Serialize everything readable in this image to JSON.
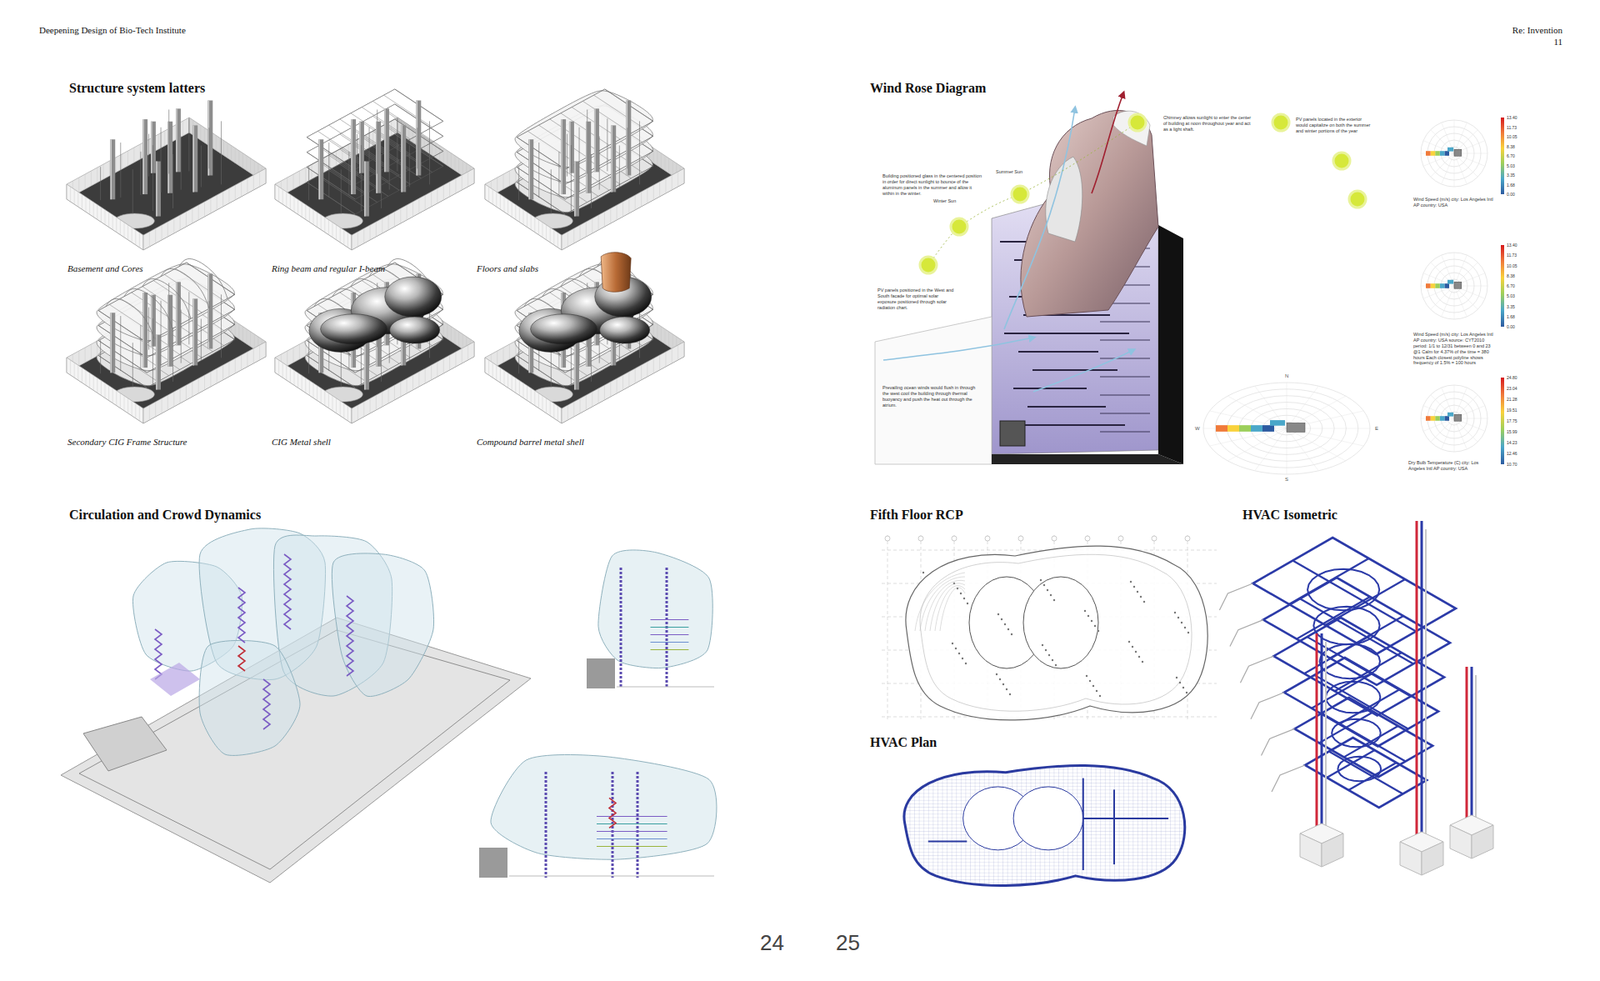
{
  "diagram": {
    "labels": [
      "Deepening Design of Bio-Tech Institute",
      "Re: Invention",
      "11",
      "Structure system latters",
      "Basement and Cores",
      "Ring beam and regular I-beam",
      "Floors and slabs",
      "Secondary CIG Frame Structure",
      "CIG Metal shell",
      "Compound barrel metal shell",
      "Wind Rose Diagram",
      "Chimney allows sunlight to enter the center of building at noon throughout year and act as a light shaft.",
      "PV panels located in the exterior would capitalize on both the summer and winter portions of the year",
      "Summer Sun",
      "Winter Sun",
      "Building positioned glass in the centered position in order for direct sunlight to bounce of the aluminum panels in the summer and allow it within in the winter.",
      "PV panels positioned in the West and South facade for optimal solar exposure positioned through solar radiation chart.",
      "Prevailing ocean winds would flush in through the west cool the building through thermal buoyancy and push the heat out through the atrium.",
      "Wind Speed (m/s) city: Los Angeles Intl AP country: USA",
      "Wind Speed (m/s) city: Los Angeles Intl AP country: USA source: CYT2010 period: 1/1 to 12/31 between 0 and 23 @1 Calm for 4.37% of the time = 380 hours Each closest polyline shows frequency of 1.5% = 100 hours",
      "Dry Bulb Temperature (C) city: Los Angeles Intl AP country: USA",
      "N",
      "E",
      "S",
      "W",
      "Circulation and Crowd Dynamics",
      "Fifth Floor RCP",
      "HVAC Plan",
      "HVAC Isometric",
      "24",
      "25",
      "13.40",
      "11.73",
      "10.05",
      "8.38",
      "6.70",
      "5.03",
      "3.35",
      "1.68",
      "0.00",
      "13.40",
      "11.73",
      "10.05",
      "8.38",
      "6.70",
      "5.03",
      "3.35",
      "1.68",
      "0.00",
      "24.80",
      "23.04",
      "21.28",
      "19.51",
      "17.75",
      "15.99",
      "14.23",
      "12.46",
      "10.70"
    ]
  }
}
